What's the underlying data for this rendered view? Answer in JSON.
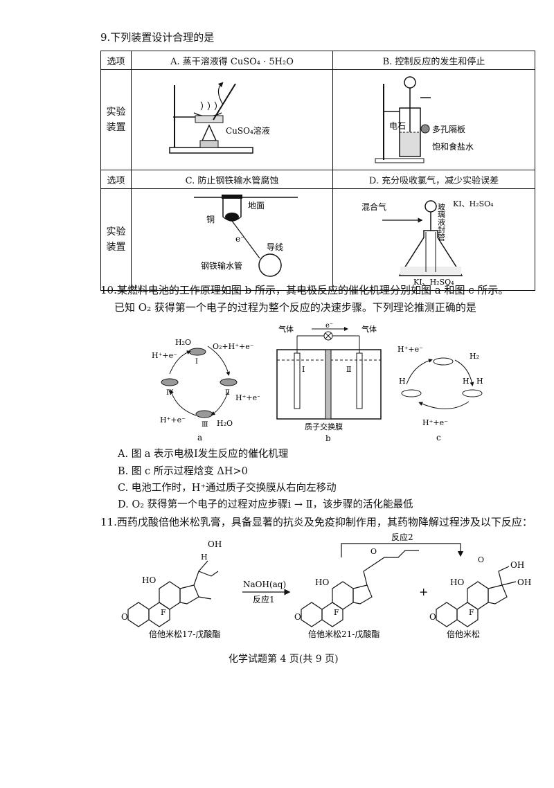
{
  "q9": {
    "stem": "9.下列装置设计合理的是",
    "header_label": "选项",
    "opt_a": "A. 蒸干溶液得 CuSO₄ · 5H₂O",
    "opt_b": "B. 控制反应的发生和停止",
    "opt_c": "C. 防止钢铁输水管腐蚀",
    "opt_d": "D. 充分吸收氯气，减少实验误差",
    "row_label": "实验装置",
    "a_labels": {
      "solution": "CuSO₄溶液"
    },
    "b_labels": {
      "carbide": "电石",
      "plate": "多孔隔板",
      "brine": "饱和食盐水"
    },
    "c_labels": {
      "ground": "地面",
      "copper": "铜",
      "electron": "e⁻",
      "wire": "导线",
      "pipe": "钢铁输水管"
    },
    "d_labels": {
      "gas": "混合气",
      "tube": "玻璃液封管",
      "reagent_top": "KI、H₂SO₄",
      "reagent_bottom": "KI、H₂SO₄"
    }
  },
  "q10": {
    "stem_line1": "10.某燃料电池的工作原理如图 b 所示，其电极反应的催化机理分别如图 a 和图 c 所示。",
    "stem_line2": "已知 O₂ 获得第一个电子的过程为整个反应的决速步骤。下列理论推测正确的是",
    "fig_a": {
      "caption": "a",
      "h2o_top": "H₂O",
      "hplus_left": "H⁺+e⁻",
      "o2_right": "O₂+H⁺+e⁻",
      "hplus_right": "H⁺+e⁻",
      "hplus_bottom": "H⁺+e⁻",
      "h2o_bottom": "H₂O",
      "roman": [
        "Ⅰ",
        "Ⅱ",
        "Ⅲ",
        "Ⅳ"
      ]
    },
    "fig_b": {
      "caption": "b",
      "gas_left": "气体",
      "gas_right": "气体",
      "electron": "e⁻",
      "electrode_1": "Ⅰ",
      "electrode_2": "Ⅱ",
      "membrane": "质子交换膜"
    },
    "fig_c": {
      "caption": "c",
      "hplus_top": "H⁺+e⁻",
      "h2": "H₂",
      "h_left": "H",
      "h_right": "H",
      "hplus_bottom": "H⁺+e⁻"
    },
    "choices": [
      "A. 图 a 表示电极Ⅰ发生反应的催化机理",
      "B. 图 c 所示过程焓变 ΔH>0",
      "C. 电池工作时，H⁺通过质子交换膜从右向左移动",
      "D. O₂ 获得第一个电子的过程对应步骤ⅰ → Ⅱ，该步骤的活化能最低"
    ]
  },
  "q11": {
    "stem": "11.西药戊酸倍他米松乳膏，具备显著的抗炎及免疫抑制作用，其药物降解过程涉及以下反应：",
    "reagent": "NaOH(aq)",
    "reaction1": "反应1",
    "reaction2": "反应2",
    "plus": "+",
    "names": [
      "倍他米松17-戊酸酯",
      "倍他米松21-戊酸酯",
      "倍他米松"
    ],
    "atoms": {
      "oh": "OH",
      "h": "H",
      "ho": "HO",
      "o": "O",
      "f": "F"
    }
  },
  "footer": "化学试题第 4 页(共 9 页)"
}
